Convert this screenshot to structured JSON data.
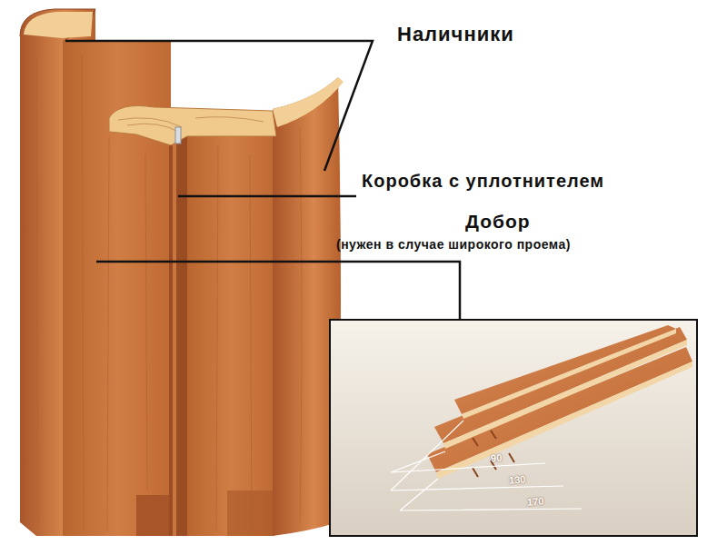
{
  "diagram": {
    "labels": [
      "Наличники",
      "Коробка с уплотнителем",
      "Добор",
      "(нужен в случае широкого проема)",
      "90",
      "130",
      "170"
    ]
  }
}
